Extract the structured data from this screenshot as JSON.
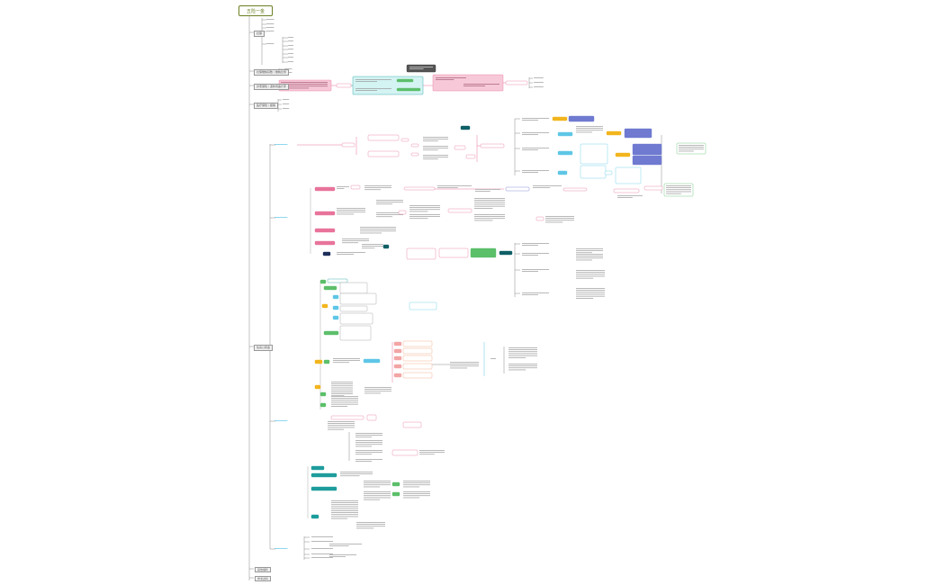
{
  "root": {
    "title": "五险一金"
  },
  "sections": [
    {
      "label": "社保"
    },
    {
      "label": "社保缴纳基数 / 缴纳比例"
    },
    {
      "label": "养老保险 / 退休待遇计算"
    },
    {
      "label": "医疗保险 / 报销"
    },
    {
      "label": "住房公积金"
    },
    {
      "label": "其他福利"
    },
    {
      "label": "参考资料"
    }
  ],
  "colors": {
    "pink": "#e8739b",
    "pinkFill": "#f7c9d8",
    "teal": "#1e9c9c",
    "tealFill": "#d4f3f3",
    "green": "#5cbf6a",
    "yellow": "#f2b51d",
    "blue": "#5ec6e6",
    "indigo": "#6f7ad0",
    "darkTeal": "#0f5f66",
    "navy": "#1e2f5c",
    "line": "#888888"
  }
}
